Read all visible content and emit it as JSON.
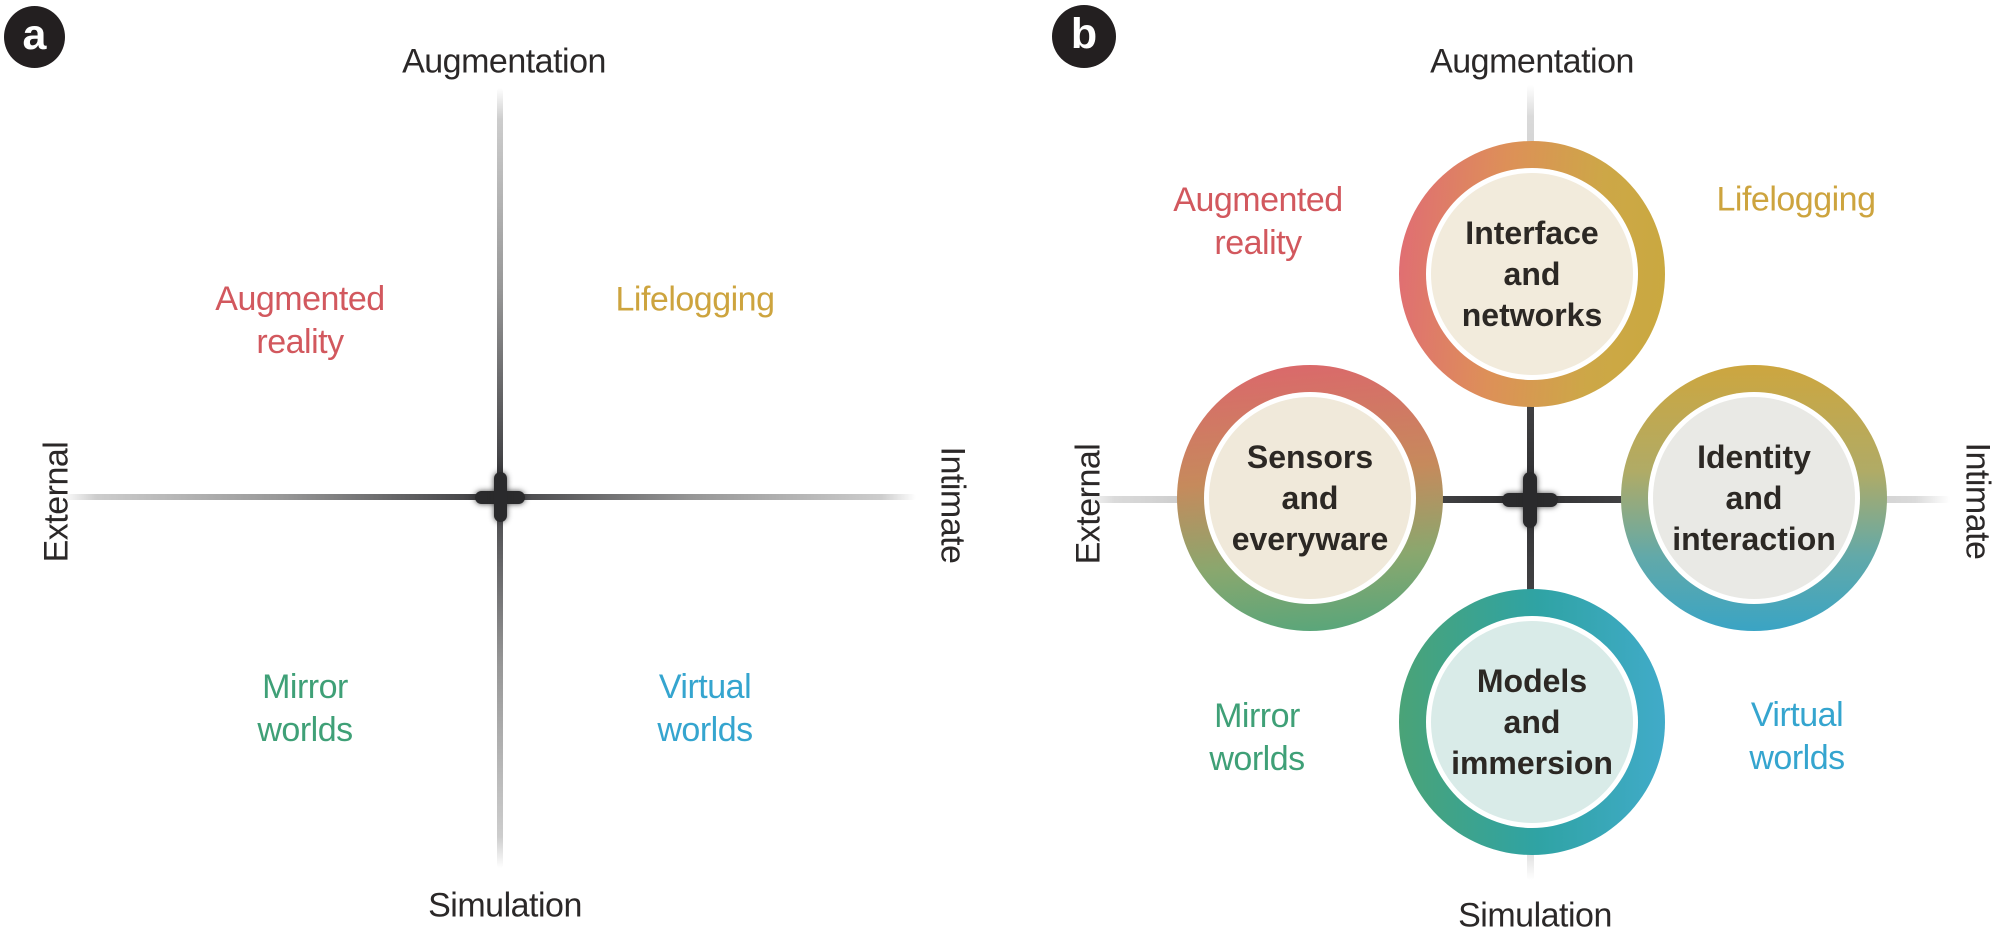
{
  "colors": {
    "red": "#d2585e",
    "gold": "#cda43e",
    "green": "#3fa077",
    "blue": "#35a5cf",
    "axis_text": "#2b2828",
    "circle_text": "#2c2824",
    "badge_bg": "#231f20",
    "fill_cream": "#f2ebdc",
    "fill_gray": "#e9e9e5",
    "fill_mint": "#d9ebe8"
  },
  "panel_a": {
    "badge": "a",
    "axis_labels": {
      "top": "Augmentation",
      "bottom": "Simulation",
      "left": "External",
      "right": "Intimate"
    },
    "quadrant_labels": {
      "top_left": {
        "lines": [
          "Augmented",
          "reality"
        ]
      },
      "top_right": {
        "lines": [
          "Lifelogging"
        ]
      },
      "bottom_left": {
        "lines": [
          "Mirror",
          "worlds"
        ]
      },
      "bottom_right": {
        "lines": [
          "Virtual",
          "worlds"
        ]
      }
    }
  },
  "panel_b": {
    "badge": "b",
    "axis_labels": {
      "top": "Augmentation",
      "bottom": "Simulation",
      "left": "External",
      "right": "Intimate"
    },
    "quadrant_labels": {
      "top_left": {
        "lines": [
          "Augmented",
          "reality"
        ]
      },
      "top_right": {
        "lines": [
          "Lifelogging"
        ]
      },
      "bottom_left": {
        "lines": [
          "Mirror",
          "worlds"
        ]
      },
      "bottom_right": {
        "lines": [
          "Virtual",
          "worlds"
        ]
      }
    },
    "circles": {
      "top": {
        "lines": [
          "Interface",
          "and",
          "networks"
        ]
      },
      "left": {
        "lines": [
          "Sensors",
          "and",
          "everyware"
        ]
      },
      "right": {
        "lines": [
          "Identity",
          "and",
          "interaction"
        ]
      },
      "bottom": {
        "lines": [
          "Models",
          "and",
          "immersion"
        ]
      }
    }
  }
}
